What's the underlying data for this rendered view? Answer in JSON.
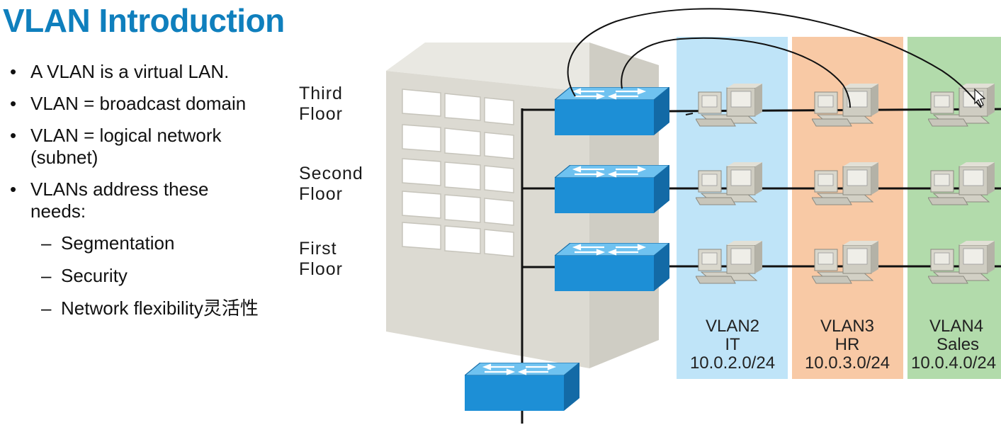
{
  "slide": {
    "title": "VLAN Introduction",
    "bullets": [
      {
        "text": "A VLAN is a virtual LAN."
      },
      {
        "text": "VLAN = broadcast domain"
      },
      {
        "text": "VLAN = logical network (subnet)"
      },
      {
        "text": "VLANs address these needs:"
      }
    ],
    "sub_bullets": [
      {
        "text": "Segmentation"
      },
      {
        "text": "Security"
      },
      {
        "text": "Network flexibility灵活性"
      }
    ],
    "bullet_symbol": "•",
    "dash_symbol": "–"
  },
  "diagram": {
    "floors": [
      {
        "line1": "Third",
        "line2": "Floor"
      },
      {
        "line1": "Second",
        "line2": "Floor"
      },
      {
        "line1": "First",
        "line2": "Floor"
      }
    ],
    "vlans": [
      {
        "name": "VLAN2",
        "dept": "IT",
        "subnet": "10.0.2.0/24",
        "color": "#bfe4f8"
      },
      {
        "name": "VLAN3",
        "dept": "HR",
        "subnet": "10.0.3.0/24",
        "color": "#f8c9a5"
      },
      {
        "name": "VLAN4",
        "dept": "Sales",
        "subnet": "10.0.4.0/24",
        "color": "#b2dbab"
      }
    ],
    "icons": {
      "switch": "network-switch-icon",
      "computer": "computer-workstation-icon",
      "building": "office-building-icon"
    }
  },
  "colors": {
    "title": "#0f7fbd",
    "switch": "#1d8fd6"
  }
}
